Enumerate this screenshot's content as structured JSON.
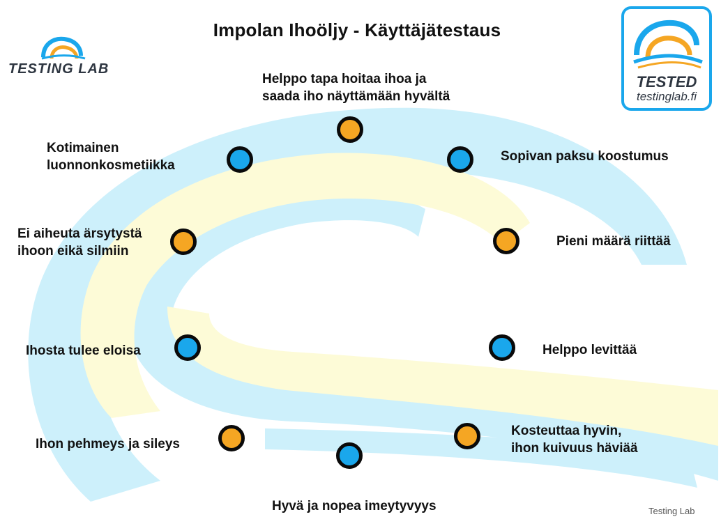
{
  "title": "Impolan Ihoöljy - Käyttäjätestaus",
  "brand": {
    "logo_text": "TESTING LAB",
    "badge_main": "TESTED",
    "badge_sub": "testinglab.fi"
  },
  "colors": {
    "blue": "#1aa7ec",
    "orange": "#f5a623",
    "swirl_blue": "#cdf0fb",
    "swirl_yellow": "#fdfbd7"
  },
  "items": [
    {
      "label": "Helppo tapa hoitaa ihoa ja\nsaada iho näyttämään hyvältä",
      "color": "orange"
    },
    {
      "label": "Sopivan paksu koostumus",
      "color": "blue"
    },
    {
      "label": "Pieni määrä riittää",
      "color": "orange"
    },
    {
      "label": "Helppo levittää",
      "color": "blue"
    },
    {
      "label": "Kosteuttaa hyvin,\nihon kuivuus häviää",
      "color": "orange"
    },
    {
      "label": "Hyvä ja nopea imeytyvyys",
      "color": "blue"
    },
    {
      "label": "Ihon pehmeys ja sileys",
      "color": "orange"
    },
    {
      "label": "Ihosta tulee eloisa",
      "color": "blue"
    },
    {
      "label": "Ei aiheuta ärsytystä\nihoon eikä silmiin",
      "color": "orange"
    },
    {
      "label": "Kotimainen\nluonnonkosmetiikka",
      "color": "blue"
    }
  ],
  "footer": "Testing Lab"
}
